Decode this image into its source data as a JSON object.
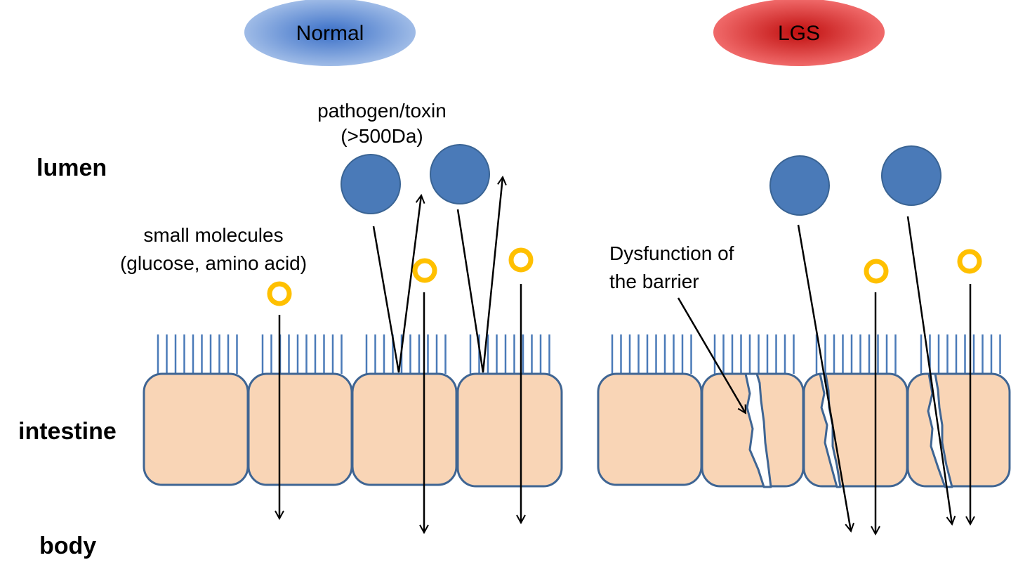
{
  "panels": {
    "normal_label": "Normal",
    "lgs_label": "LGS"
  },
  "row_labels": {
    "lumen": "lumen",
    "intestine": "intestine",
    "body": "body"
  },
  "annotations": {
    "pathogen_line1": "pathogen/toxin",
    "pathogen_line2": "(>500Da)",
    "small_line1": "small molecules",
    "small_line2": "(glucose, amino acid)",
    "dysfunction_line1": "Dysfunction of",
    "dysfunction_line2": "the barrier"
  },
  "colors": {
    "normal_pill": "#5b8ed6",
    "lgs_pill": "#d9261c",
    "pathogen": "#4a7ab8",
    "small_molecule": "#ffc000",
    "cell_fill": "#f9d5b6",
    "cell_stroke": "#3f6593",
    "microvilli": "#4a7ab8",
    "arrow": "#000000"
  }
}
